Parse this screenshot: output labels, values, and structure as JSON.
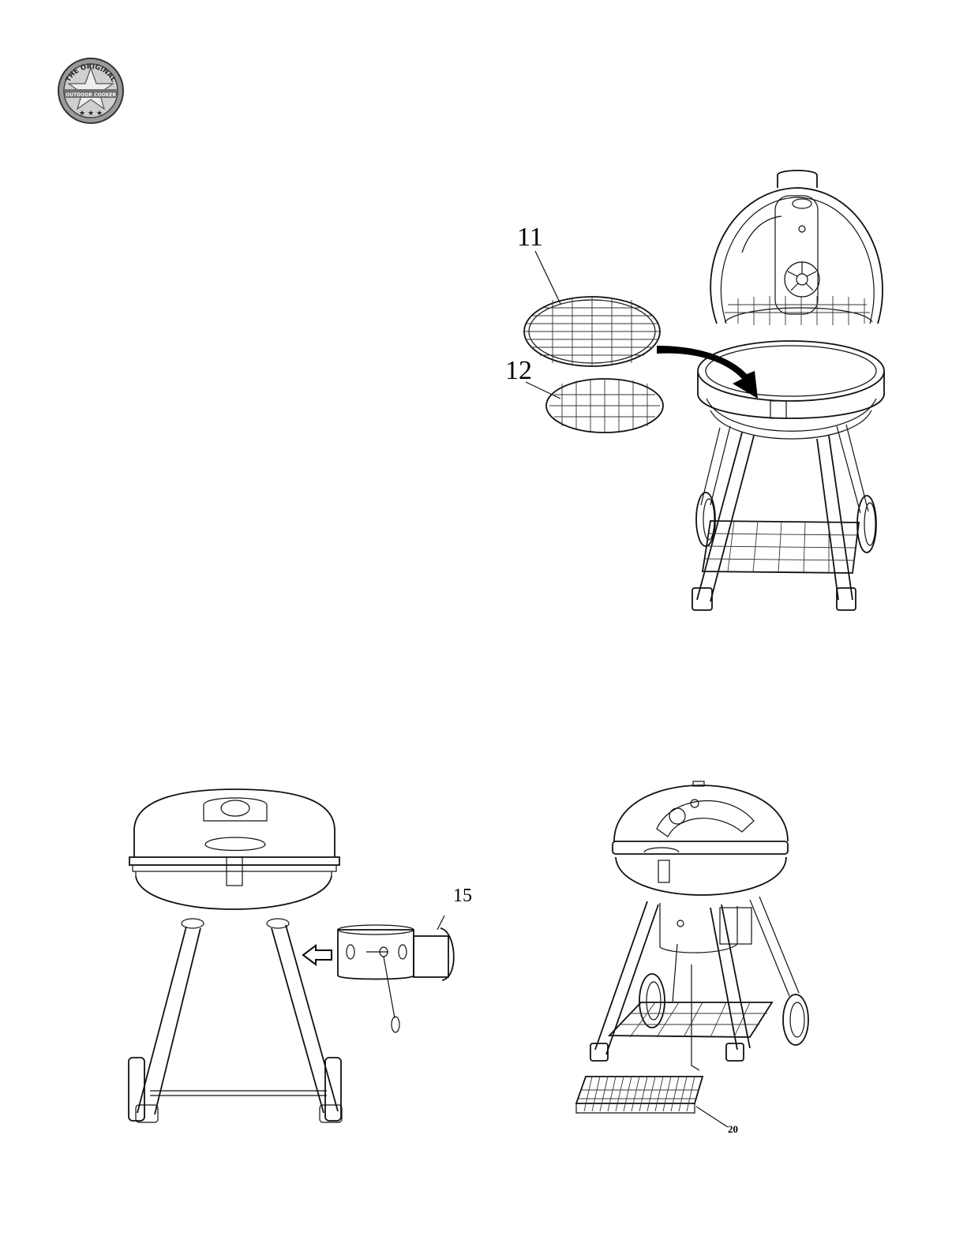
{
  "logo": {
    "top_text": "THE ORIGINAL",
    "bottom_text": "OUTDOOR COOKER",
    "colors": {
      "ring": "#777777",
      "star": "#bbbbbb"
    }
  },
  "callouts": {
    "part_11": "11",
    "part_12": "12",
    "part_15": "15",
    "part_20": "20"
  }
}
